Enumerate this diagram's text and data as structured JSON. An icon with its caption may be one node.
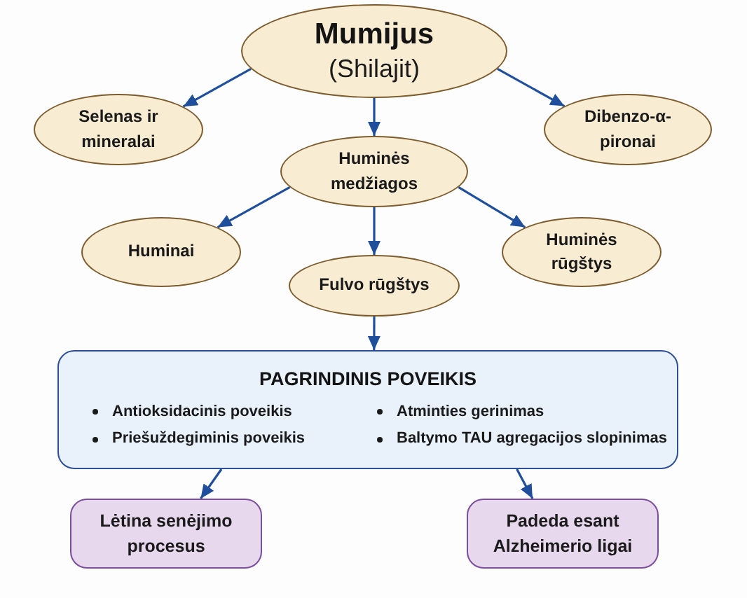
{
  "diagram": {
    "nodes": [
      {
        "text": [
          "Mumijus",
          "(Shilajit)"
        ]
      },
      {
        "text": [
          "Selenas ir mineralai"
        ]
      },
      {
        "text": [
          "Dibenzo-α-pironai"
        ]
      },
      {
        "text": [
          "Huminės medžiagos"
        ]
      },
      {
        "text": [
          "Huminai"
        ]
      },
      {
        "text": [
          "Fulvo rūgštys"
        ]
      },
      {
        "text": [
          "Huminės rūgštys"
        ]
      },
      {
        "text": [
          "PAGRINDINIS POVEIKIS",
          "Antioksidacinis poveikis",
          "Priešuždegiminis poveikis",
          "Atminties gerinimas",
          "Baltymo TAU agregacijos slopinimas"
        ]
      },
      {
        "text": [
          "Lėtina senėjimo procesus"
        ]
      },
      {
        "text": [
          "Padeda esant Alzheimerio ligai"
        ]
      }
    ],
    "edges": [
      {
        "from": 0,
        "to": 1,
        "arrow": "to"
      },
      {
        "from": 0,
        "to": 2,
        "arrow": "to"
      },
      {
        "from": 0,
        "to": 3,
        "arrow": "to"
      },
      {
        "from": 3,
        "to": 4,
        "arrow": "to"
      },
      {
        "from": 3,
        "to": 5,
        "arrow": "to"
      },
      {
        "from": 3,
        "to": 6,
        "arrow": "to"
      },
      {
        "from": 5,
        "to": 7,
        "arrow": "to"
      },
      {
        "from": 7,
        "to": 8,
        "arrow": "to"
      },
      {
        "from": 7,
        "to": 9,
        "arrow": "to"
      }
    ]
  }
}
